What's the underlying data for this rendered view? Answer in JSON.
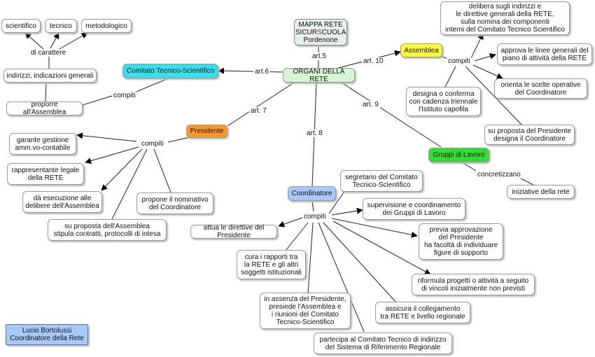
{
  "colors": {
    "organi": "#d6f5d6",
    "comitato": "#33e0ee",
    "assemblea": "#ffff33",
    "presidente": "#ff9922",
    "gruppi": "#33dd33",
    "coordinatore": "#a8c8f8",
    "author": "#a8c8f8",
    "title": "#e6eeee"
  },
  "title": {
    "line1": "MAPPA RETE",
    "line2_a": "SICUR",
    "line2_b": "S",
    "line2_c": "CUOLA",
    "line3": "Pordenone"
  },
  "center": "ORGANI DELLA RETE",
  "comitato": {
    "label": "Comitato Tecnico-Scientifico",
    "scientifico": "scientifico",
    "tecnico": "tecnico",
    "metodologico": "metodologico",
    "di_carattere": "di carattere",
    "indirizzi": "indirizzi, indicazioni generali",
    "proporre": "proporre all'Assemblea",
    "compiti": "compiti"
  },
  "assemblea": {
    "label": "Assemblea",
    "compiti": "compiti",
    "delibera": "delibera sugli indirizzi e\nle direttive generali della RETE,\nsulla nomina dei componenti\ninterni del Comitato Tecnico Scientifico",
    "approva": "approva le linee generali del\npiano di attività della RETE",
    "orienta": "orienta le scelte operative\ndel Coordinatore",
    "designa": "designa o conferma\ncon cadenza triennale\nl'Istituto capofila",
    "su_proposta": "su proposta del Presidente\ndesigna il Coordinatore"
  },
  "presidente": {
    "label": "Presidente",
    "compiti": "compiti",
    "garante": "garante gestione\namm.vo-contabile",
    "rappresentante": "rappresentante legale\ndella RETE",
    "esecuzione": "dà esecuzione alle\ndelibere dell'Assemblea",
    "propone": "propone il nominativo\ndel Coordinatore",
    "stipula": "su proposta dell'Assemblea\nstipula contratti, protocolli di intesa"
  },
  "gruppi": {
    "label": "Gruppi di Lavoro",
    "concretizzano": "concretizzano",
    "iniziative": "iniziative della rete"
  },
  "coordinatore": {
    "label": "Coordinatore",
    "compiti": "compiti",
    "segretario": "segretario del Comitato\nTecnico-Scientifico",
    "supervisione": "supervisione e coordinamento\ndei Gruppi di Lavoro",
    "attua": "attua le direttive del Presidente",
    "previa": "previa approvazione\ndel Presidente\nha facoltà di individuare\nfigure di supporto",
    "cura": "cura i rapporti tra\nla RETE e gli altri\nsoggetti istituzionali",
    "riformula": "riformula progetti o attività a seguito\ndi vincoli inizialmente non previsti",
    "assenza": "in assenza del Presidente,\npresiede l'Assemblea e\ni riunioni del Comitato\nTecnico-Scientifico",
    "assicura": "assicura il collegamento\ntra RETE e livello regionale",
    "partecipa": "partecipa al Comitato Tecnico di indirizzo\ndel Sistema di Riferimento Regionale"
  },
  "articles": {
    "art5": "art.5",
    "art6": "art.6",
    "art7": "art. 7",
    "art8": "art. 8",
    "art9": "art. 9",
    "art10": "art. 10"
  },
  "author": "Lucio Bortolussi\nCoordinatore della Rete"
}
